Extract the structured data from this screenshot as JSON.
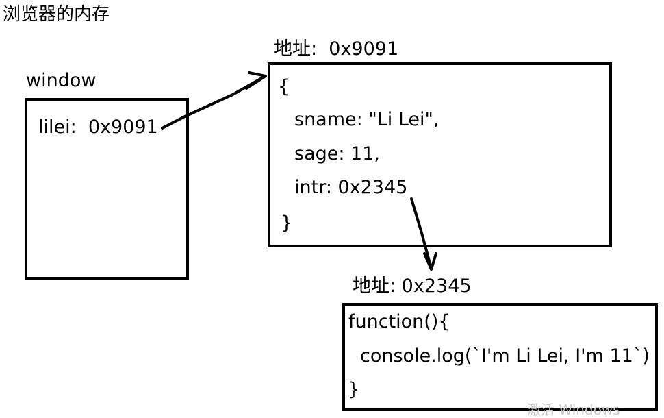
{
  "diagram": {
    "title": "浏览器的内存",
    "window_box": {
      "label": "window",
      "lines": [
        "lilei:  0x9091"
      ]
    },
    "object_box": {
      "label": "地址:  0x9091",
      "lines": [
        "{",
        "sname: \"Li Lei\",",
        "sage: 11,",
        "intr: 0x2345",
        "}"
      ]
    },
    "function_box": {
      "label": "地址: 0x2345",
      "lines": [
        "function(){",
        "console.log(`I'm Li Lei, I'm 11`)",
        "}"
      ]
    },
    "watermark": "激活 Windows",
    "colors": {
      "line": "#000000",
      "background": "#ffffff"
    }
  }
}
